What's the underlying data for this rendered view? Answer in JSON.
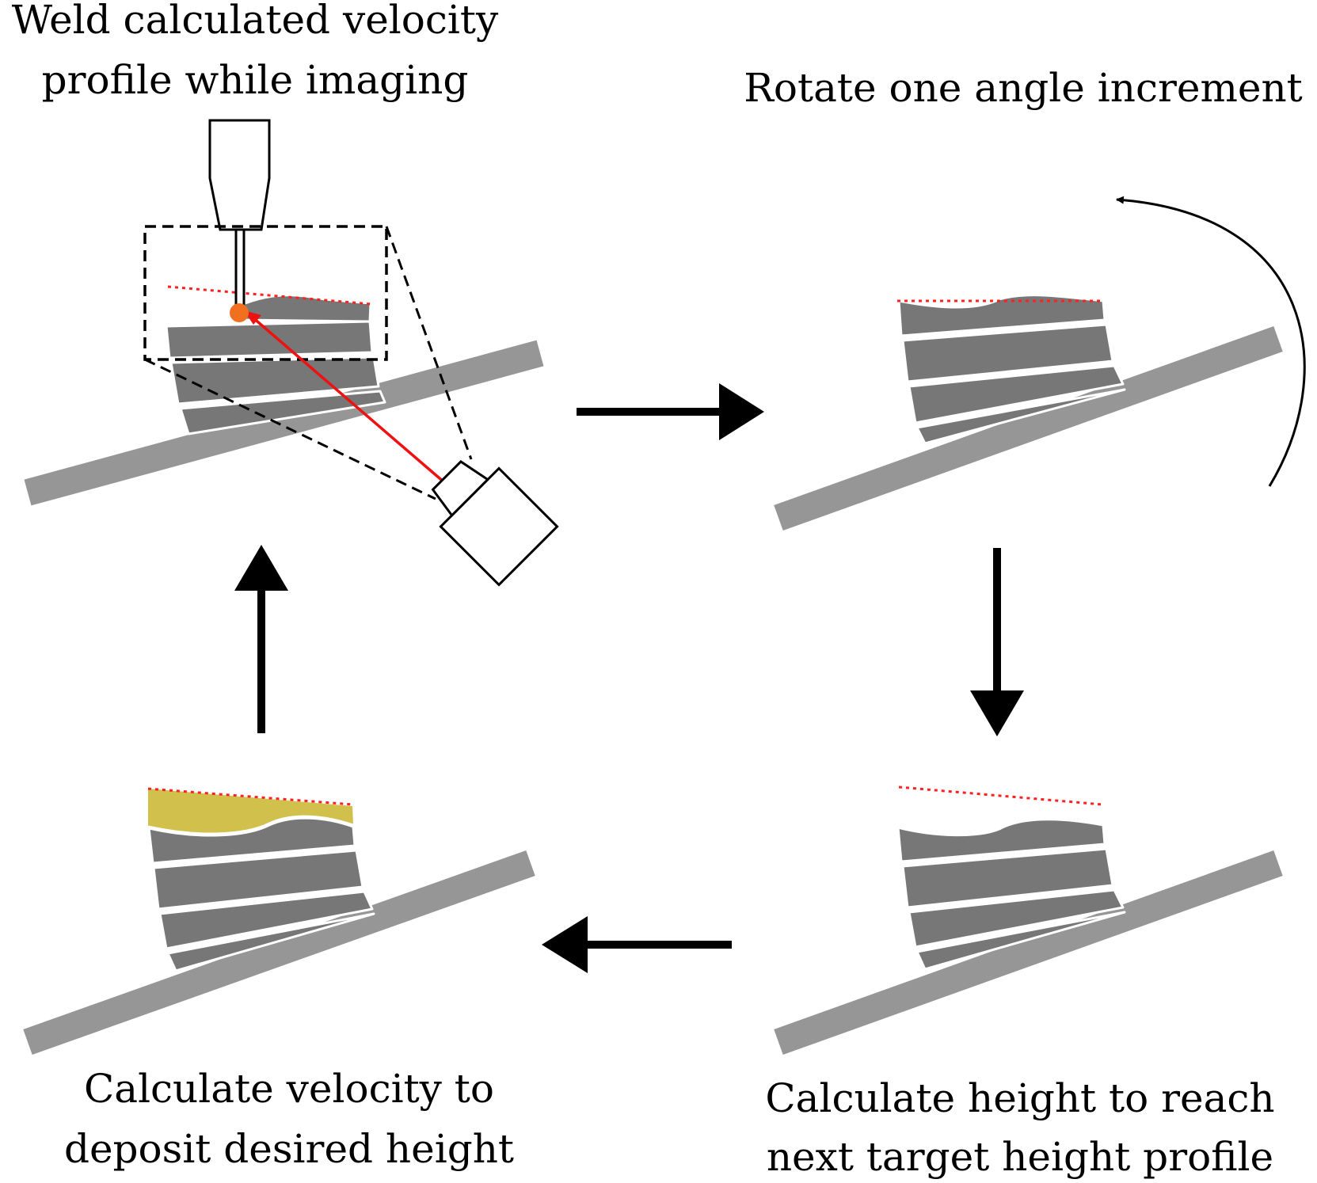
{
  "steps": {
    "weld": {
      "line1": "Weld calculated velocity",
      "line2": "profile while imaging"
    },
    "rotate": {
      "line1": "Rotate one angle increment"
    },
    "height": {
      "line1": "Calculate height to reach",
      "line2": "next target height profile"
    },
    "velocity": {
      "line1": "Calculate velocity to",
      "line2": "deposit desired height"
    }
  },
  "colors": {
    "substrate": "#969696",
    "layers": "#777777",
    "target_line": "#ff2020",
    "deposit": "#d2c04c",
    "laser": "#ee1111",
    "melt_pool": "#f07020",
    "outline": "#000000"
  }
}
